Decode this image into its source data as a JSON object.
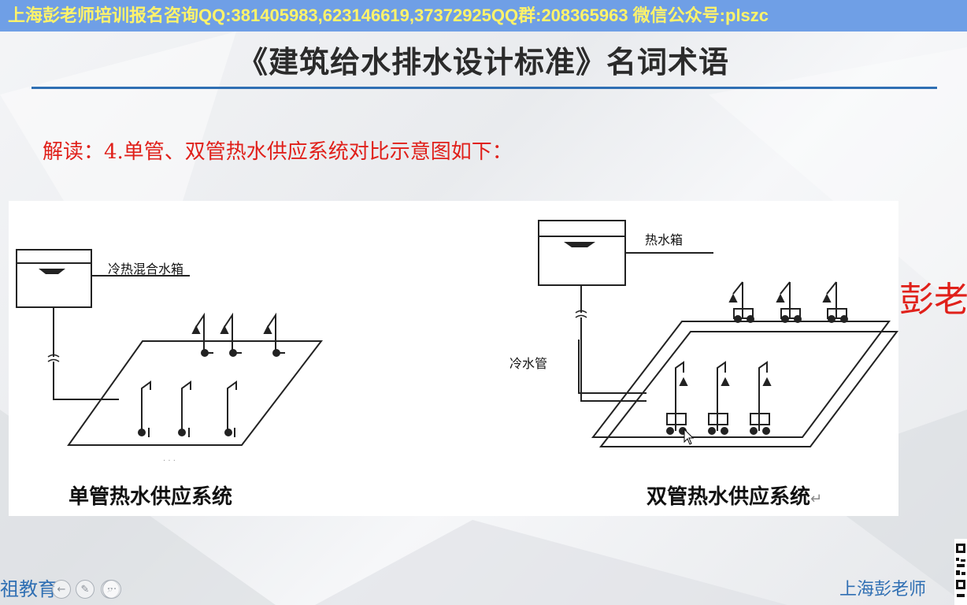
{
  "banner": {
    "text": "上海彭老师培训报名咨询QQ:381405983,623146619,37372925QQ群:208365963 微信公众号:plszc"
  },
  "slide": {
    "title": "《建筑给水排水设计标准》名词术语",
    "subtitle": "解读：4.单管、双管热水供应系统对比示意图如下：",
    "watermark_right": "彭老",
    "footer_left": "祖教育",
    "footer_right": "上海彭老师"
  },
  "figure": {
    "left": {
      "tank_label": "冷热混合水箱",
      "caption": "单管热水供应系统"
    },
    "right": {
      "tank_label": "热水箱",
      "cold_pipe_label": "冷水管",
      "caption": "双管热水供应系统",
      "return_mark": "↵"
    }
  },
  "player": {
    "buttons": [
      {
        "icon": "back-arrow-icon",
        "glyph": "←"
      },
      {
        "icon": "pen-icon",
        "glyph": "✎"
      },
      {
        "icon": "zoom-icon",
        "glyph": "⌕"
      },
      {
        "icon": "more-icon",
        "glyph": "···"
      }
    ]
  },
  "colors": {
    "banner_bg": "#6f9fe6",
    "banner_text": "#fff36a",
    "accent_red": "#e0201a",
    "accent_blue": "#2f6fb3"
  }
}
